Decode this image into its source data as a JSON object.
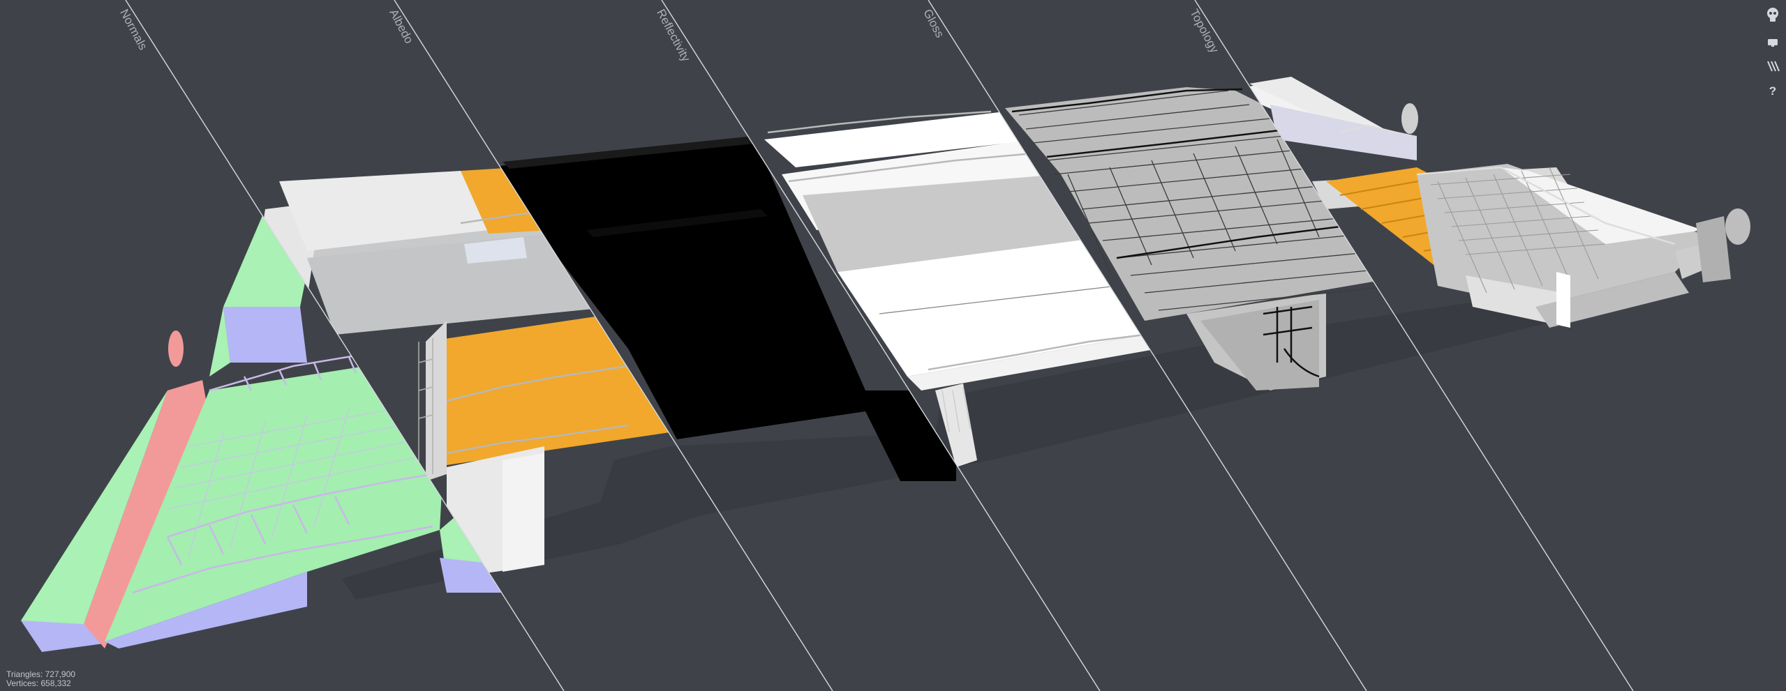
{
  "viewer": {
    "channels": [
      {
        "label": "Normals"
      },
      {
        "label": "Albedo"
      },
      {
        "label": "Reflectivity"
      },
      {
        "label": "Gloss"
      },
      {
        "label": "Topology"
      }
    ],
    "toolbar": [
      {
        "icon": "character-icon"
      },
      {
        "icon": "screen-icon"
      },
      {
        "icon": "layers-icon"
      },
      {
        "icon": "help-icon",
        "label": "?"
      }
    ],
    "stats": {
      "triangles": "Triangles: 727,900",
      "vertices": "Vertices: 658,332"
    }
  },
  "colors": {
    "background": "#3f4349",
    "albedo_orange": "#f0a82c",
    "normals_green": "#a8f0b0",
    "normals_blue": "#b4b4f6",
    "normals_red": "#f09898",
    "divider_line": "#d6d9dd"
  }
}
